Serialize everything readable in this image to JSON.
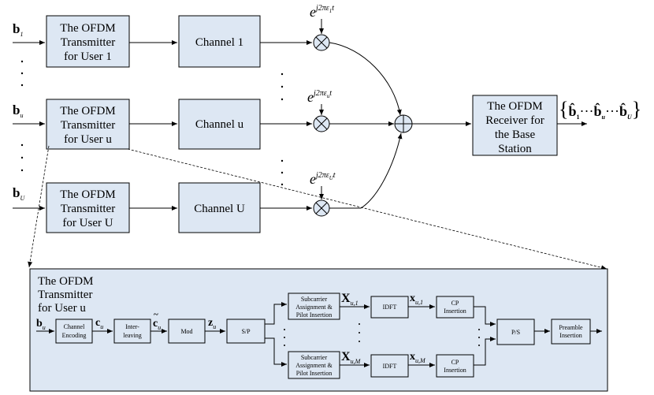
{
  "top": {
    "tx_users": [
      [
        "The OFDM",
        "Transmitter",
        "for User 1"
      ],
      [
        "The OFDM",
        "Transmitter",
        "for User u"
      ],
      [
        "The OFDM",
        "Transmitter",
        "for User U"
      ]
    ],
    "channels": [
      "Channel 1",
      "Channel u",
      "Channel U"
    ],
    "inputs": [
      {
        "base": "b",
        "sub": "1"
      },
      {
        "base": "b",
        "sub": "u"
      },
      {
        "base": "b",
        "sub": "U"
      }
    ],
    "phases": [
      {
        "base": "e",
        "sup": "j2πε",
        "sub": "1",
        "t": "t"
      },
      {
        "base": "e",
        "sup": "j2πε",
        "sub": "u",
        "t": "t"
      },
      {
        "base": "e",
        "sup": "j2πε",
        "sub": "U",
        "t": "t"
      }
    ],
    "receiver": [
      "The OFDM",
      "Receiver for",
      "the Base",
      "Station"
    ],
    "output": {
      "open": "{",
      "b": "b̂",
      "s1": "1",
      "dots": "···",
      "su": "u",
      "sU": "U",
      "close": "}"
    }
  },
  "detail": {
    "title": [
      "The OFDM",
      "Transmitter",
      "for User u"
    ],
    "blocks": {
      "channel_encoding": [
        "Channel",
        "Encoding"
      ],
      "interleaving": [
        "Inter-",
        "leaving"
      ],
      "mod": "Mod",
      "sp": "S/P",
      "subcarrier": [
        "Subcarrier",
        "Assignment &",
        "Pilot Insertion"
      ],
      "idft": "IDFT",
      "cp": [
        "CP",
        "Insertion"
      ],
      "ps": "P/S",
      "preamble": [
        "Preamble",
        "Insertion"
      ]
    },
    "signals": {
      "b": "b",
      "b_sub": "u",
      "c": "c",
      "c_sub": "u",
      "ctil": "c",
      "ctil_sub": "u",
      "tilde": "~",
      "z": "z",
      "z_sub": "u",
      "X1": "X",
      "X1_sub": "u,1",
      "XM": "X",
      "XM_sub": "u,M",
      "x1": "x",
      "x1_sub": "u,1",
      "xM": "x",
      "xM_sub": "u,M"
    }
  }
}
